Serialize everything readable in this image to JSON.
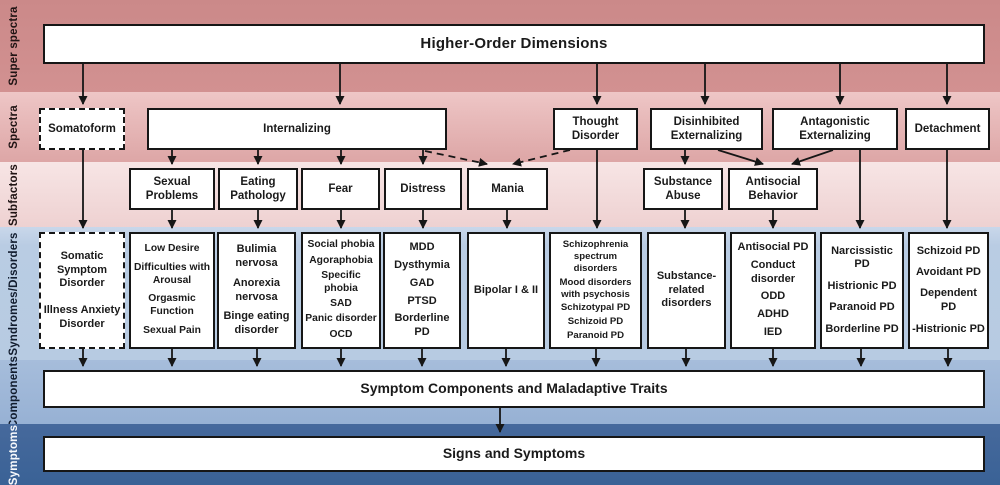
{
  "title": "Higher-Order Dimensions",
  "bands": {
    "super_spectra": {
      "label": "Super spectra",
      "color": "#cf8d8d"
    },
    "spectra": {
      "label": "Spectra",
      "color": "#e5b4b4"
    },
    "subfactors": {
      "label": "Subfactors",
      "color": "#f2dada"
    },
    "syndromes": {
      "label": "Syndromes/Disorders",
      "color": "#b9cce3"
    },
    "components": {
      "label": "Components",
      "color": "#9db6d8"
    },
    "symptoms": {
      "label": "Symptoms",
      "color": "#3a639b"
    }
  },
  "higher_order": {
    "label": "Higher-Order Dimensions"
  },
  "spectra_boxes": [
    {
      "id": "somatoform",
      "label": "Somatoform",
      "dashed": true
    },
    {
      "id": "internalizing",
      "label": "Internalizing",
      "dashed": false
    },
    {
      "id": "thought-disorder",
      "label": "Thought Disorder",
      "dashed": false
    },
    {
      "id": "disinhibited-externalizing",
      "label": "Disinhibited Externalizing",
      "dashed": false
    },
    {
      "id": "antagonistic-externalizing",
      "label": "Antagonistic Externalizing",
      "dashed": false
    },
    {
      "id": "detachment",
      "label": "Detachment",
      "dashed": false
    }
  ],
  "subfactor_boxes": [
    {
      "id": "sexual-problems",
      "label": "Sexual Problems"
    },
    {
      "id": "eating-pathology",
      "label": "Eating Pathology"
    },
    {
      "id": "fear",
      "label": "Fear"
    },
    {
      "id": "distress",
      "label": "Distress"
    },
    {
      "id": "mania",
      "label": "Mania"
    },
    {
      "id": "substance-abuse",
      "label": "Substance Abuse"
    },
    {
      "id": "antisocial-behavior",
      "label": "Antisocial Behavior"
    }
  ],
  "syndrome_boxes": [
    {
      "id": "somatoform-syndromes",
      "dashed": true,
      "items": [
        "Somatic Symptom Disorder",
        "Illness Anxiety Disorder"
      ]
    },
    {
      "id": "sexual-syndromes",
      "dashed": false,
      "items": [
        "Low Desire",
        "Difficulties with Arousal",
        "Orgasmic Function",
        "Sexual Pain"
      ]
    },
    {
      "id": "eating-syndromes",
      "dashed": false,
      "items": [
        "Bulimia nervosa",
        "Anorexia nervosa",
        "Binge eating disorder"
      ]
    },
    {
      "id": "fear-syndromes",
      "dashed": false,
      "items": [
        "Social phobia",
        "Agoraphobia",
        "Specific phobia",
        "SAD",
        "Panic disorder",
        "OCD"
      ]
    },
    {
      "id": "distress-syndromes",
      "dashed": false,
      "items": [
        "MDD",
        "Dysthymia",
        "GAD",
        "PTSD",
        "Borderline PD"
      ]
    },
    {
      "id": "mania-syndromes",
      "dashed": false,
      "items": [
        "Bipolar I & II"
      ]
    },
    {
      "id": "thought-syndromes",
      "dashed": false,
      "items": [
        "Schizophrenia spectrum disorders",
        "Mood disorders with psychosis",
        "Schizotypal PD",
        "Schizoid PD",
        "Paranoid PD"
      ]
    },
    {
      "id": "substance-syndromes",
      "dashed": false,
      "items": [
        "Substance-related disorders"
      ]
    },
    {
      "id": "antisocial-syndromes",
      "dashed": false,
      "items": [
        "Antisocial PD",
        "Conduct disorder",
        "ODD",
        "ADHD",
        "IED"
      ]
    },
    {
      "id": "antagonistic-syndromes",
      "dashed": false,
      "items": [
        "Narcissistic PD",
        "Histrionic PD",
        "Paranoid PD",
        "Borderline PD"
      ]
    },
    {
      "id": "detachment-syndromes",
      "dashed": false,
      "items": [
        "Schizoid PD",
        "Avoidant PD",
        "Dependent PD",
        "-Histrionic PD"
      ]
    }
  ],
  "components_box": {
    "label": "Symptom Components and Maladaptive Traits"
  },
  "signs_box": {
    "label": "Signs and Symptoms"
  }
}
